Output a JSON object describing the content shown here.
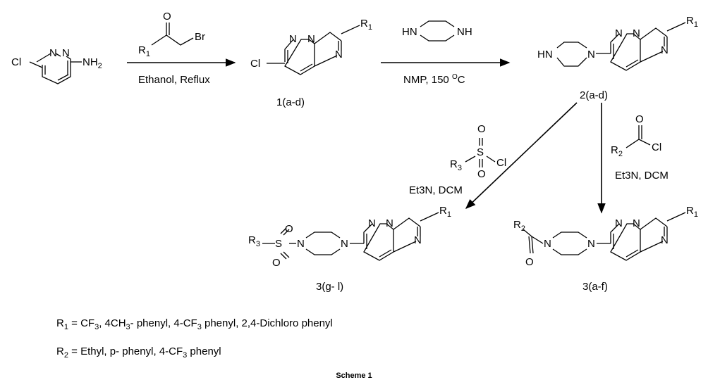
{
  "scheme": {
    "title": "Scheme 1",
    "reagents": {
      "step1": {
        "r1": "R",
        "r1_sub": "1",
        "o": "O",
        "br": "Br",
        "condition": "Ethanol, Reflux"
      },
      "step2": {
        "hn1": "H",
        "n1": "N",
        "nh": "NH",
        "condition_pre": "NMP, 150 ",
        "condition_sup": "O",
        "condition_post": "C"
      },
      "step3a": {
        "r3": "R",
        "r3_sub": "3",
        "s": "S",
        "o": "O",
        "cl": "Cl",
        "condition": "Et3N, DCM"
      },
      "step3b": {
        "r2": "R",
        "r2_sub": "2",
        "o": "O",
        "cl": "Cl",
        "condition": "Et3N, DCM"
      }
    },
    "compounds": {
      "start": {
        "cl": "Cl",
        "n": "N",
        "nh2": "NH",
        "nh2_sub": "2"
      },
      "c1": {
        "cl": "Cl",
        "n": "N",
        "r": "R",
        "r_sub": "1",
        "label": "1(a-d)"
      },
      "c2": {
        "hn": "HN",
        "n": "N",
        "r": "R",
        "r_sub": "1",
        "label": "2(a-d)"
      },
      "c3a": {
        "r3": "R",
        "r3_sub": "3",
        "s": "S",
        "o": "O",
        "n": "N",
        "r": "R",
        "r_sub": "1",
        "label": "3(g- l)"
      },
      "c3b": {
        "r2": "R",
        "r2_sub": "2",
        "o": "O",
        "n": "N",
        "r": "R",
        "r_sub": "1",
        "label": "3(a-f)"
      }
    },
    "definitions": {
      "r1": {
        "symbol": "R",
        "sub": "1",
        "pre": " = CF",
        "cf_sub": "3",
        "mid": ",  4CH",
        "ch_sub": "3",
        "mid2": "- phenyl, 4-CF",
        "cf2_sub": "3",
        "post": " phenyl,  2,4-Dichloro phenyl"
      },
      "r2": {
        "symbol": "R",
        "sub": "2",
        "pre": " = Ethyl, p- phenyl, 4-CF",
        "cf_sub": "3",
        "post": " phenyl"
      }
    }
  }
}
